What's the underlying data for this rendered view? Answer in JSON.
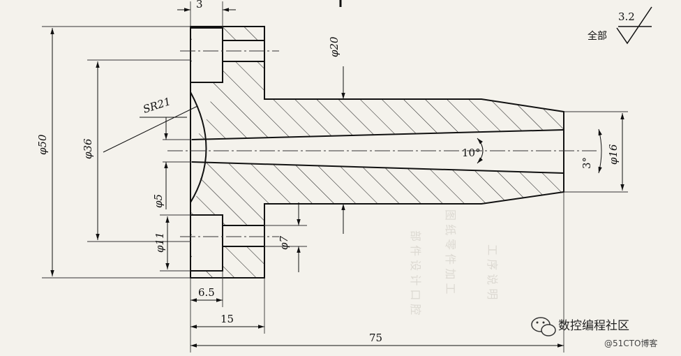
{
  "dimensions": {
    "flange_width": "3",
    "dia_outer": "φ50",
    "dia_sphere": "φ36",
    "sphere_radius": "SR21",
    "dia_bore_small": "φ5",
    "dia_counterbore": "φ11",
    "dia_hole": "φ7",
    "dia_neck": "φ20",
    "dia_tip": "φ16",
    "taper_angle": "10°",
    "tip_angle": "3°",
    "counterbore_depth": "6.5",
    "flange_length": "15",
    "total_length": "75"
  },
  "roughness": {
    "label": "全部",
    "value": "3.2"
  },
  "watermark": {
    "name": "数控编程社区",
    "credit": "@51CTO博客"
  },
  "colors": {
    "line": "#111111",
    "paper": "#f4f2ec"
  }
}
